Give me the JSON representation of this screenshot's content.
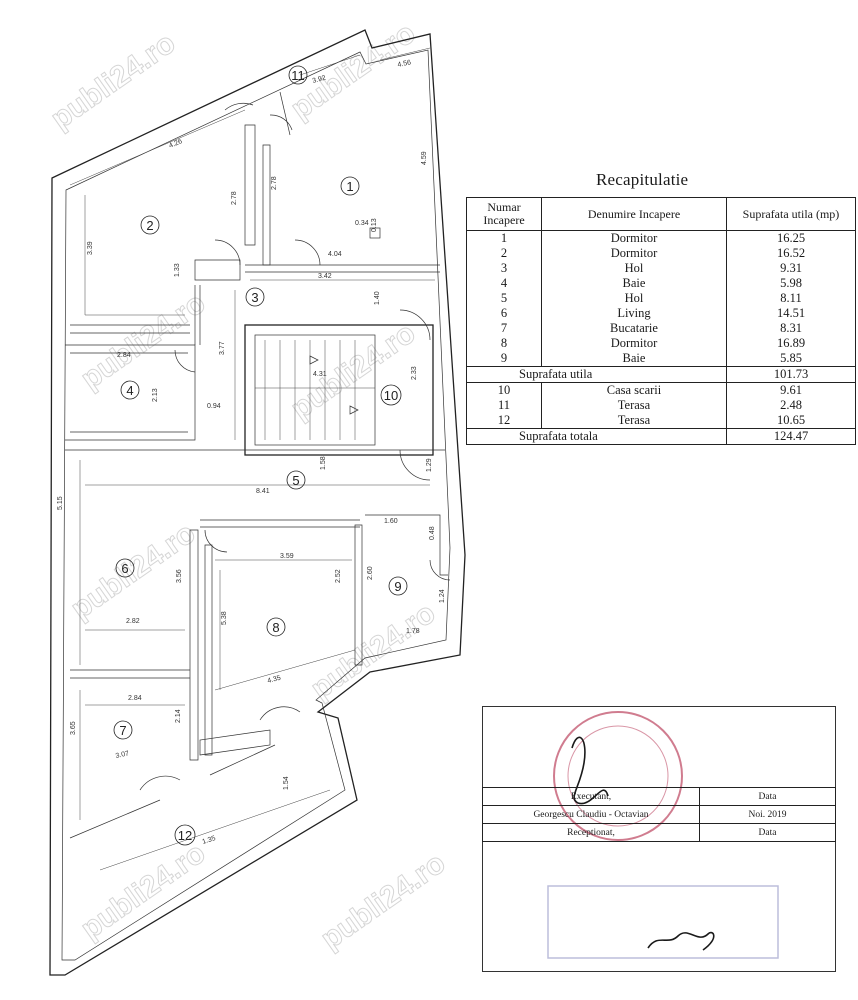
{
  "recap": {
    "title": "Recapitulatie",
    "headers": {
      "num": "Numar Incapere",
      "name": "Denumire Incapere",
      "area": "Suprafata utila (mp)"
    },
    "rows": [
      {
        "num": "1",
        "name": "Dormitor",
        "area": "16.25"
      },
      {
        "num": "2",
        "name": "Dormitor",
        "area": "16.52"
      },
      {
        "num": "3",
        "name": "Hol",
        "area": "9.31"
      },
      {
        "num": "4",
        "name": "Baie",
        "area": "5.98"
      },
      {
        "num": "5",
        "name": "Hol",
        "area": "8.11"
      },
      {
        "num": "6",
        "name": "Living",
        "area": "14.51"
      },
      {
        "num": "7",
        "name": "Bucatarie",
        "area": "8.31"
      },
      {
        "num": "8",
        "name": "Dormitor",
        "area": "16.89"
      },
      {
        "num": "9",
        "name": "Baie",
        "area": "5.85"
      }
    ],
    "subtotal": {
      "label": "Suprafata utila",
      "area": "101.73"
    },
    "rows2": [
      {
        "num": "10",
        "name": "Casa scarii",
        "area": "9.61"
      },
      {
        "num": "11",
        "name": "Terasa",
        "area": "2.48"
      },
      {
        "num": "12",
        "name": "Terasa",
        "area": "10.65"
      }
    ],
    "total": {
      "label": "Suprafata totala",
      "area": "124.47"
    }
  },
  "signature": {
    "executant_label": "Executant,",
    "date_label": "Data",
    "executant_name": "Georgescu Claudiu - Octavian",
    "executant_date": "Noi. 2019",
    "receptionat_label": "Receptionat,",
    "receptionat_date_label": "Data"
  },
  "plan": {
    "room_numbers": [
      "1",
      "2",
      "3",
      "4",
      "5",
      "6",
      "7",
      "8",
      "9",
      "10",
      "11",
      "12"
    ],
    "dimensions": [
      "3.92",
      "4.56",
      "4.26",
      "2.78",
      "2.78",
      "4.59",
      "3.39",
      "1.33",
      "0.34",
      "0.13",
      "4.04",
      "3.42",
      "1.40",
      "2.84",
      "3.77",
      "4.31",
      "2.33",
      "2.13",
      "0.94",
      "5.15",
      "1.58",
      "1.29",
      "8.41",
      "1.60",
      "0.48",
      "3.59",
      "3.56",
      "2.52",
      "2.60",
      "1.24",
      "2.82",
      "5.38",
      "1.78",
      "2.84",
      "4.35",
      "3.65",
      "2.14",
      "3.07",
      "1.54",
      "1.35"
    ]
  },
  "watermark": "publi24.ro",
  "colors": {
    "stamp": "#c0506a",
    "stamp_blue": "#6a6fb0",
    "ink": "#1a1a1a"
  }
}
